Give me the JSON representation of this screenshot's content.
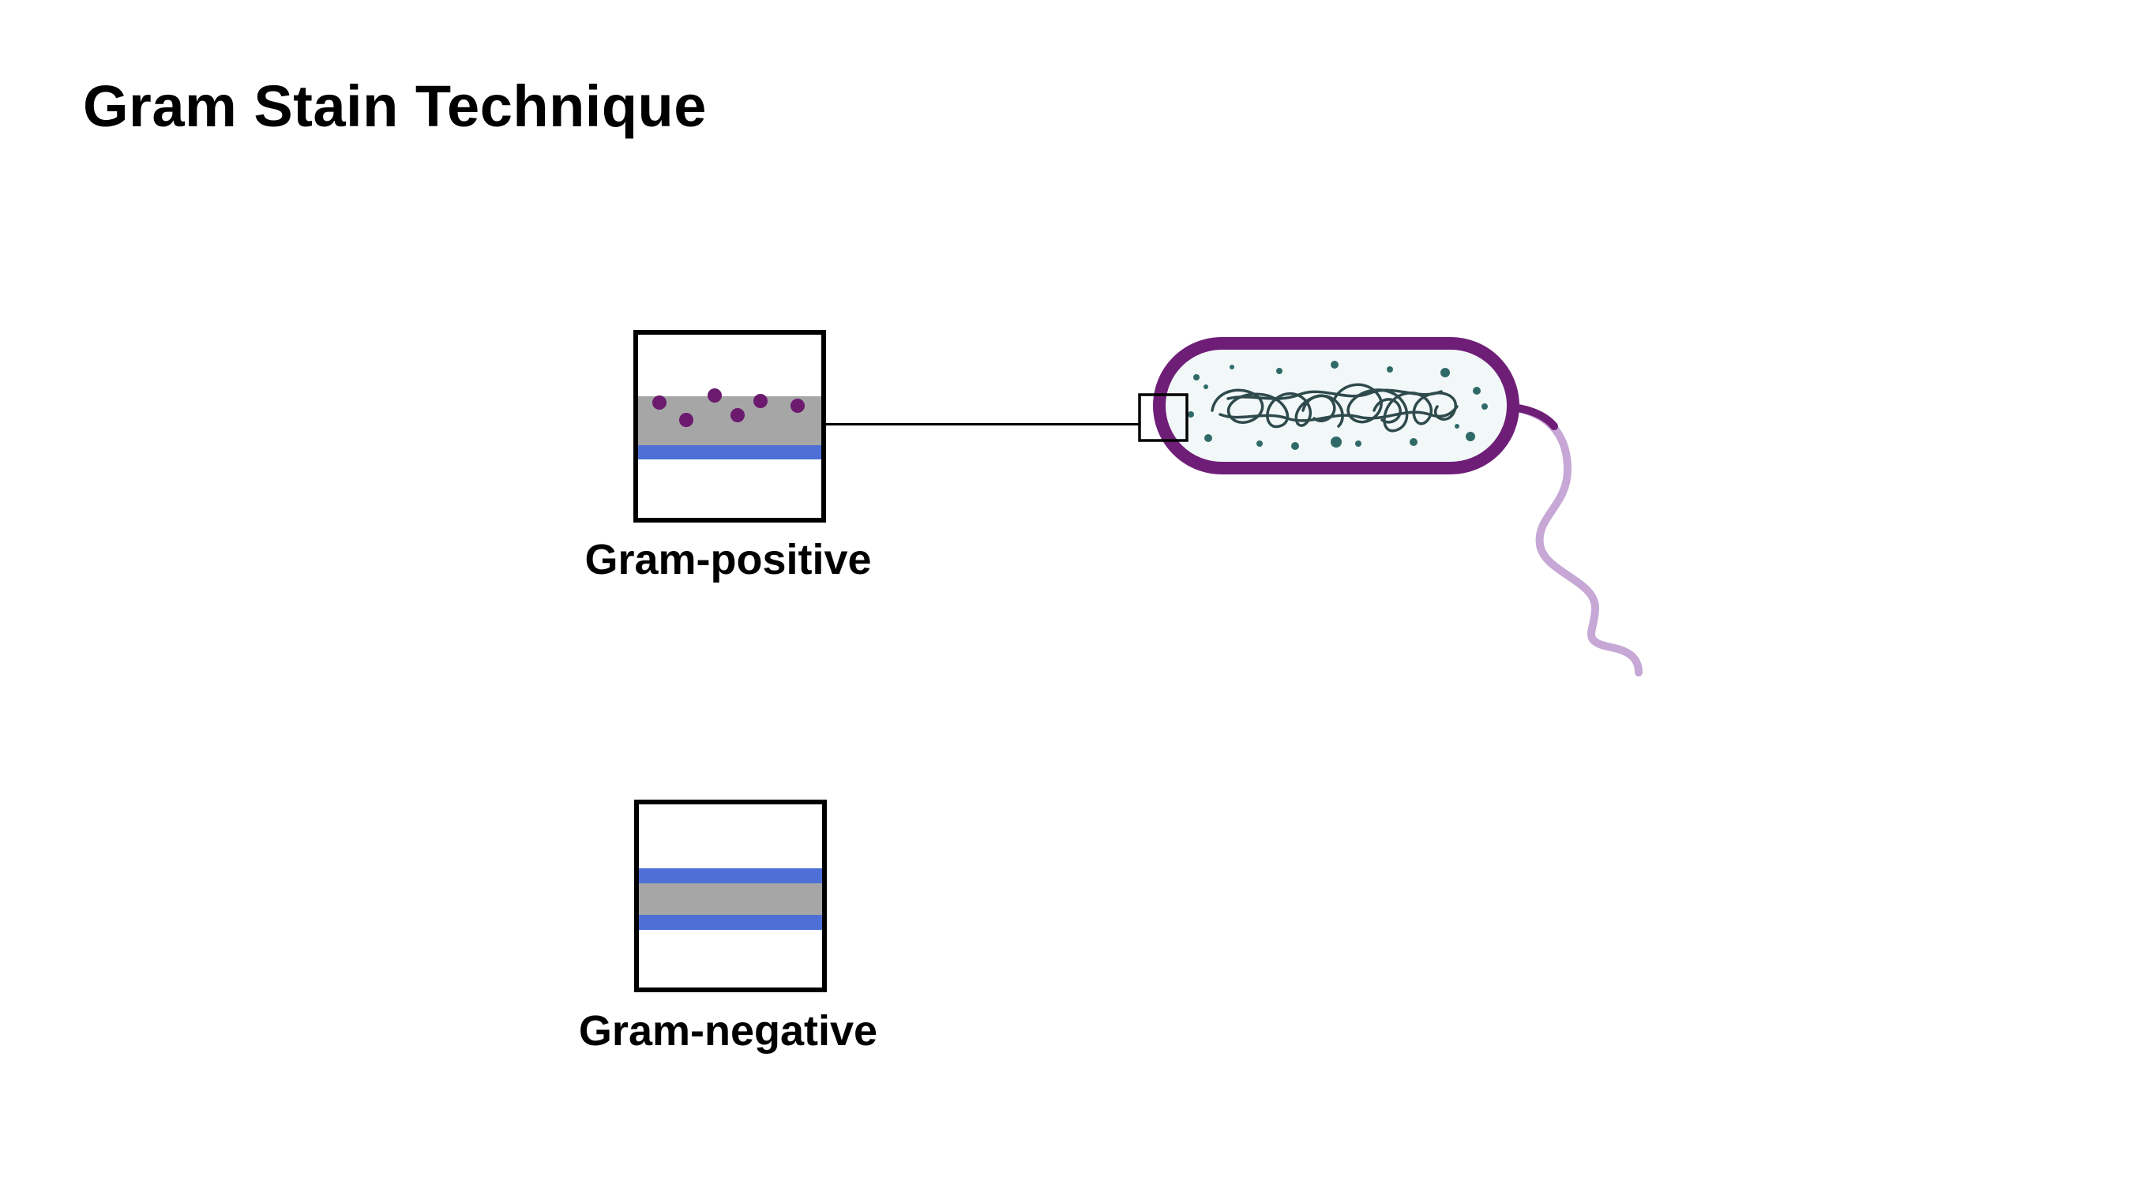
{
  "slide": {
    "title": "Gram Stain Technique"
  },
  "cell_walls": {
    "positive": {
      "label": "Gram-positive"
    },
    "negative": {
      "label": "Gram-negative"
    }
  },
  "colors": {
    "crystal_violet_stain": "#6b1a6e",
    "peptidoglycan": "#a6a6a6",
    "membrane": "#4e6fd6",
    "bacterium_outline": "#6f1e78",
    "cytoplasm": "#f2f8f8",
    "dna": "#2f4a4c",
    "ribosome": "#2f6a68",
    "flagellum": "#c6a7d6"
  }
}
